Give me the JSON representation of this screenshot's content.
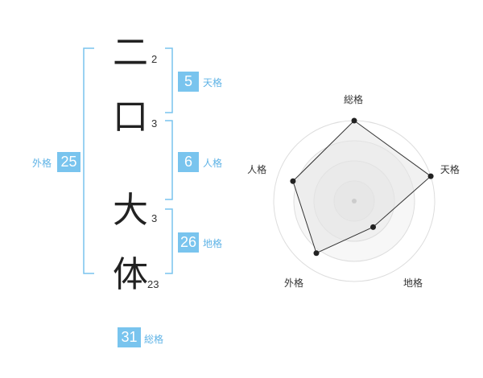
{
  "name_chars": [
    {
      "char": "二",
      "strokes": "2"
    },
    {
      "char": "口",
      "strokes": "3"
    },
    {
      "char": "大",
      "strokes": "3"
    },
    {
      "char": "体",
      "strokes": "23"
    }
  ],
  "kakaku": {
    "tenkaku": {
      "value": "5",
      "label": "天格"
    },
    "jinkaku": {
      "value": "6",
      "label": "人格"
    },
    "chikaku": {
      "value": "26",
      "label": "地格"
    },
    "gaikaku": {
      "value": "25",
      "label": "外格"
    },
    "soukaku": {
      "value": "31",
      "label": "総格"
    }
  },
  "colors": {
    "accent": "#79c4ee",
    "bracket": "#79c4ee",
    "label": "#5fb3e6"
  },
  "chart_data": {
    "type": "radar",
    "axes": [
      "総格",
      "天格",
      "地格",
      "外格",
      "人格"
    ],
    "values": [
      5,
      5,
      2,
      4,
      4
    ],
    "max": 5,
    "rings": 4
  }
}
